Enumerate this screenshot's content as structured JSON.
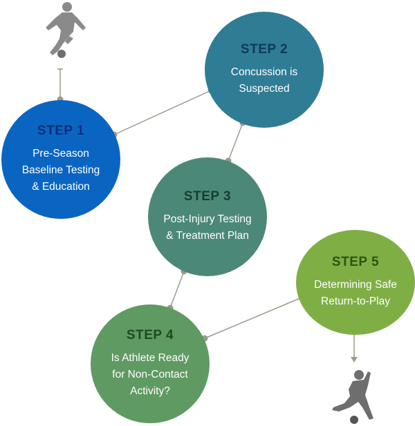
{
  "steps": [
    {
      "title": "STEP 1",
      "lines": [
        "Pre-Season",
        "Baseline Testing",
        "& Education"
      ],
      "color": "#0a65c2"
    },
    {
      "title": "STEP 2",
      "lines": [
        "Concussion is",
        "Suspected"
      ],
      "color": "#2f7c95"
    },
    {
      "title": "STEP 3",
      "lines": [
        "Post-Injury Testing",
        "& Treatment Plan"
      ],
      "color": "#4c8878"
    },
    {
      "title": "STEP 4",
      "lines": [
        "Is Athlete Ready",
        "for Non-Contact",
        "Activity?"
      ],
      "color": "#5f9a62"
    },
    {
      "title": "STEP 5",
      "lines": [
        "Determining Safe",
        "Return-to-Play"
      ],
      "color": "#7faf44"
    }
  ],
  "connector_color": "#9a9a8c",
  "icons": [
    "soccer-player-top-icon",
    "soccer-player-kicking-icon"
  ]
}
